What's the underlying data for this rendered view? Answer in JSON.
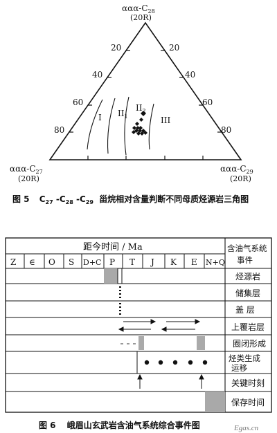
{
  "figure5": {
    "apex_top": {
      "line1": "ααα-C",
      "sub1": "28",
      "line2": "(20R)"
    },
    "apex_left": {
      "line1": "ααα-C",
      "sub1": "27",
      "line2": "(20R)"
    },
    "apex_right": {
      "line1": "ααα-C",
      "sub1": "29",
      "line2": "(20R)"
    },
    "ticks_left": [
      "20",
      "40",
      "60",
      "80"
    ],
    "ticks_right": [
      "20",
      "40",
      "60",
      "80"
    ],
    "regions": {
      "I": "I",
      "II1": "II",
      "II1_sub": "1",
      "II2": "II",
      "II2_sub": "2",
      "III": "III"
    },
    "caption": {
      "label": "图 5",
      "formula_a": "C",
      "sub_a": "27",
      "formula_b": "-C",
      "sub_b": "28",
      "formula_c": "-C",
      "sub_c": "29",
      "text": "甾烷相对含量判断不同母质烃源岩三角图"
    }
  },
  "figure6": {
    "header_time": "距今时间 / Ma",
    "header_events": "含油气系统事件",
    "periods": [
      "Z",
      "∈",
      "O",
      "S",
      "D+C",
      "P",
      "T",
      "J",
      "K",
      "E",
      "N+Q"
    ],
    "rows": [
      "烃源岩",
      "储集层",
      "盖 层",
      "上覆岩层",
      "圈闭形成",
      "烃类生成运移",
      "关键时刻",
      "保存时间"
    ],
    "caption": {
      "label": "图 6",
      "text": "峨眉山玄武岩含油气系统综合事件图"
    }
  },
  "watermark": "Egas.cn"
}
